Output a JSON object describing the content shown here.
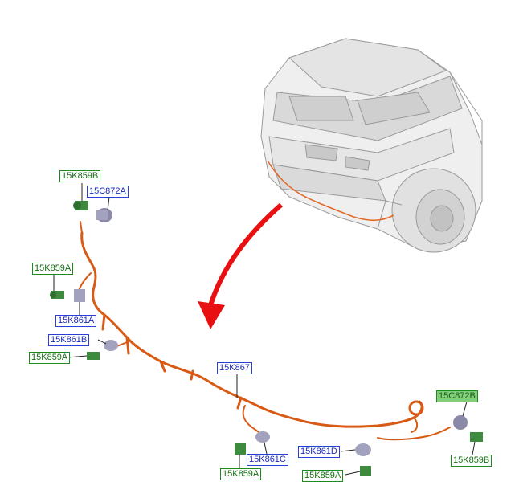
{
  "colors": {
    "harness": "#d85a14",
    "arrow": "#e81010",
    "callout_blue": "#2a3fd6",
    "callout_green": "#1d8a1d",
    "callout_green_fill": "#7fcf78"
  },
  "callouts": [
    {
      "id": "c1",
      "text": "15K859B",
      "color": "green"
    },
    {
      "id": "c2",
      "text": "15C872A",
      "color": "blue"
    },
    {
      "id": "c3",
      "text": "15K859A",
      "color": "green"
    },
    {
      "id": "c4",
      "text": "15K861A",
      "color": "blue"
    },
    {
      "id": "c5",
      "text": "15K861B",
      "color": "blue"
    },
    {
      "id": "c6",
      "text": "15K859A",
      "color": "green"
    },
    {
      "id": "c7",
      "text": "15K867",
      "color": "blue"
    },
    {
      "id": "c8",
      "text": "15C872B",
      "color": "green-filled"
    },
    {
      "id": "c9",
      "text": "15K861C",
      "color": "blue"
    },
    {
      "id": "c10",
      "text": "15K861D",
      "color": "blue"
    },
    {
      "id": "c11",
      "text": "15K859A",
      "color": "green"
    },
    {
      "id": "c12",
      "text": "15K859A",
      "color": "green"
    },
    {
      "id": "c13",
      "text": "15K859B",
      "color": "green"
    }
  ]
}
